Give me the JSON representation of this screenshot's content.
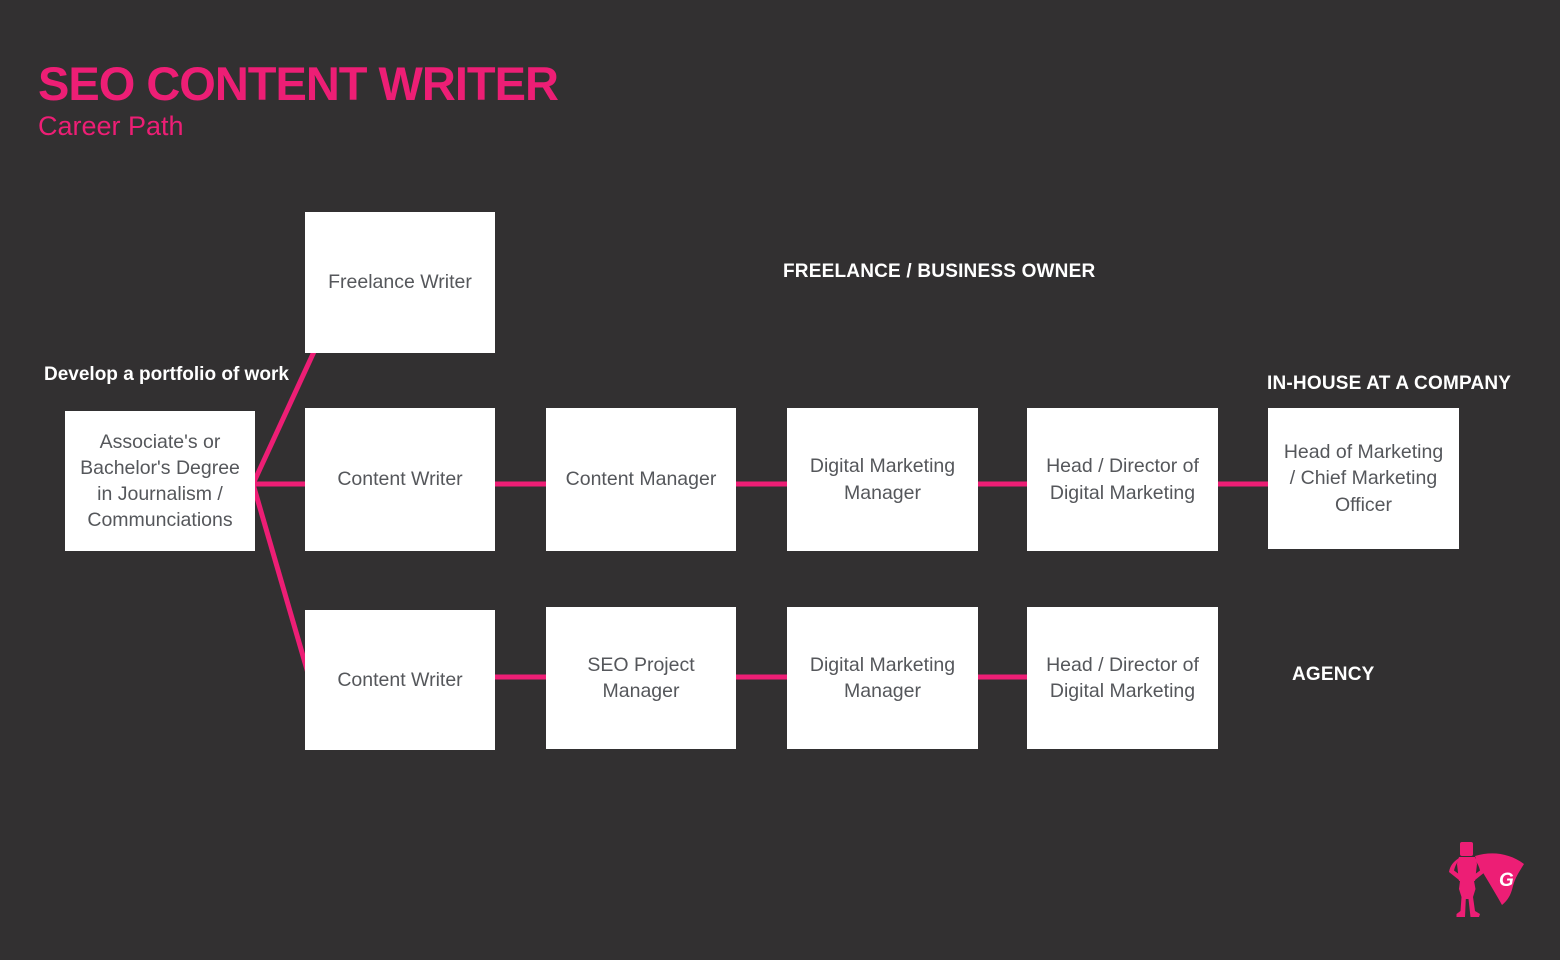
{
  "theme": {
    "background": "#323031",
    "accent": "#ED1E75",
    "node_bg": "#FFFFFF",
    "node_text": "#55575B",
    "label_text": "#FFFFFF"
  },
  "header": {
    "title": "SEO CONTENT WRITER",
    "subtitle": "Career Path"
  },
  "labels": {
    "portfolio": "Develop a portfolio of work",
    "freelance": "FREELANCE / BUSINESS OWNER",
    "inhouse": "IN-HOUSE AT A COMPANY",
    "agency": "AGENCY"
  },
  "nodes": {
    "degree": "Associate's or Bachelor's Degree in Journalism / Communciations",
    "freelance_writer": "Freelance Writer",
    "content_writer_inhouse": "Content Writer",
    "content_manager": "Content Manager",
    "digital_marketing_manager_inhouse": "Digital Marketing Manager",
    "head_director_inhouse": "Head / Director of Digital Marketing",
    "cmo": "Head of Marketing / Chief Marketing Officer",
    "content_writer_agency": "Content Writer",
    "seo_project_manager": "SEO Project Manager",
    "digital_marketing_manager_agency": "Digital Marketing Manager",
    "head_director_agency": "Head / Director of Digital Marketing"
  },
  "logo": {
    "icon": "superhero-mascot-icon",
    "letter": "G"
  }
}
